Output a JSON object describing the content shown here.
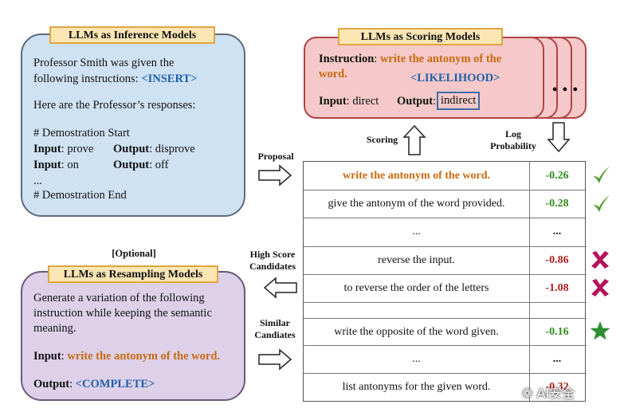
{
  "inference": {
    "title": "LLMs as Inference Models",
    "line1": "Professor Smith was given the",
    "line2_prefix": "following instructions: ",
    "line2_token": "<INSERT>",
    "line3": "Here are the Professor’s responses:",
    "demo_start": "# Demostration Start",
    "demo1_input_label": "Input",
    "demo1_input_value": ": prove",
    "demo1_output_label": "Output",
    "demo1_output_value": ": disprove",
    "demo2_input_label": "Input",
    "demo2_input_value": ": on",
    "demo2_output_label": "Output",
    "demo2_output_value": ": off",
    "ellipsis": "...",
    "demo_end": "# Demostration End"
  },
  "scoring": {
    "title": "LLMs as Scoring Models",
    "instruction_label": "Instruction",
    "instruction_colon": ": ",
    "instruction_text_a": "write the antonym of the",
    "instruction_text_b": "word.",
    "likelihood_token": "<LIKELIHOOD>",
    "input_label": "Input",
    "input_value": ": direct",
    "output_label": "Output",
    "output_colon": ":",
    "output_value": "indirect",
    "more": "• • •"
  },
  "resampling": {
    "optional_label": "[Optional]",
    "title": "LLMs as Resampling Models",
    "line1": "Generate a variation of the following",
    "line2": "instruction while keeping the semantic",
    "line3": "meaning.",
    "input_label": "Input",
    "input_colon": ": ",
    "input_value": "write the antonym of the word.",
    "output_label": "Output",
    "output_colon": ": ",
    "output_token": "<COMPLETE>"
  },
  "labels": {
    "proposal": "Proposal",
    "scoring": "Scoring",
    "log_prob_1": "Log",
    "log_prob_2": "Probability",
    "high_score_1": "High Score",
    "high_score_2": "Candidates",
    "similar_1": "Similar",
    "similar_2": "Candiates"
  },
  "candidates": [
    {
      "text": "write the antonym of the word.",
      "score": "-0.26",
      "mark": "check"
    },
    {
      "text": "give the antonym of the word provided.",
      "score": "-0.28",
      "mark": "check"
    },
    {
      "text": "...",
      "score": "...",
      "mark": ""
    },
    {
      "text": "reverse the input.",
      "score": "-0.86",
      "mark": "cross"
    },
    {
      "text": "to reverse the order of the letters",
      "score": "-1.08",
      "mark": "cross"
    },
    {
      "text": "write the opposite of the word given.",
      "score": "-0.16",
      "mark": "star"
    },
    {
      "text": "...",
      "score": "...",
      "mark": ""
    },
    {
      "text": "list antonyms for the given word.",
      "score": "-0.32",
      "mark": ""
    }
  ],
  "watermark": "AI安全",
  "colors": {
    "inference_bg": "#cfe2f3",
    "scoring_bg": "#f5c9c9",
    "resampling_bg": "#ddd0e8",
    "tag_bg": "#fbe6b4",
    "orange_text": "#c86a10",
    "blue_text": "#1f5fa8",
    "positive": "#2e8b1f",
    "negative": "#b01e1e",
    "check": "#4e9a2a",
    "cross": "#b3165a",
    "star": "#2f8f2f"
  },
  "icons": [
    "arrow-right-icon",
    "arrow-left-icon",
    "arrow-up-icon",
    "arrow-down-icon",
    "check-icon",
    "cross-icon",
    "star-icon"
  ]
}
